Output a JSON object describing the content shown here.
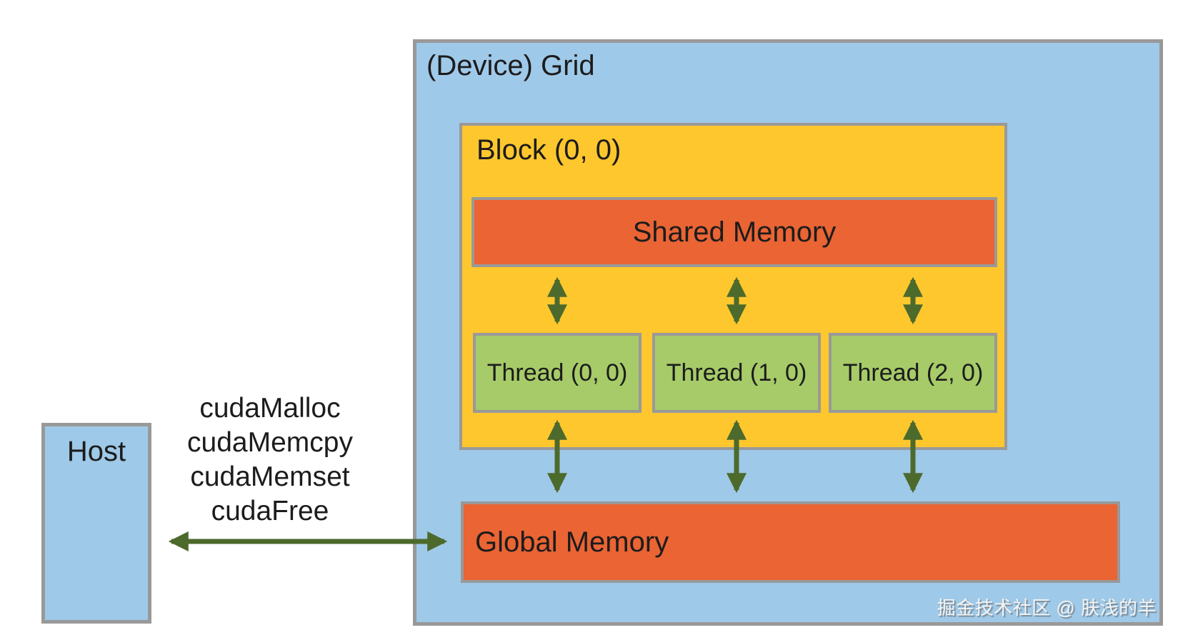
{
  "colors": {
    "panel_blue": "#9fc9e8",
    "block_yellow": "#ffc72e",
    "memory_orange": "#ea6434",
    "thread_green": "#a6cb68",
    "arrow_olive": "#4c6a2b",
    "border_gray": "#999999",
    "text_black": "#1c1c1c",
    "watermark_white": "#f4f4f4"
  },
  "host_box": {
    "label": "Host"
  },
  "device_grid": {
    "label": "(Device) Grid"
  },
  "block": {
    "label": "Block (0, 0)"
  },
  "shared_memory": {
    "label": "Shared Memory"
  },
  "threads": [
    {
      "label": "Thread (0, 0)"
    },
    {
      "label": "Thread (1, 0)"
    },
    {
      "label": "Thread (2, 0)"
    }
  ],
  "global_memory": {
    "label": "Global Memory"
  },
  "api_calls": {
    "lines": [
      "cudaMalloc",
      "cudaMemcpy",
      "cudaMemset",
      "cudaFree"
    ]
  },
  "watermark": {
    "text": "掘金技术社区 @ 肤浅的羊"
  }
}
